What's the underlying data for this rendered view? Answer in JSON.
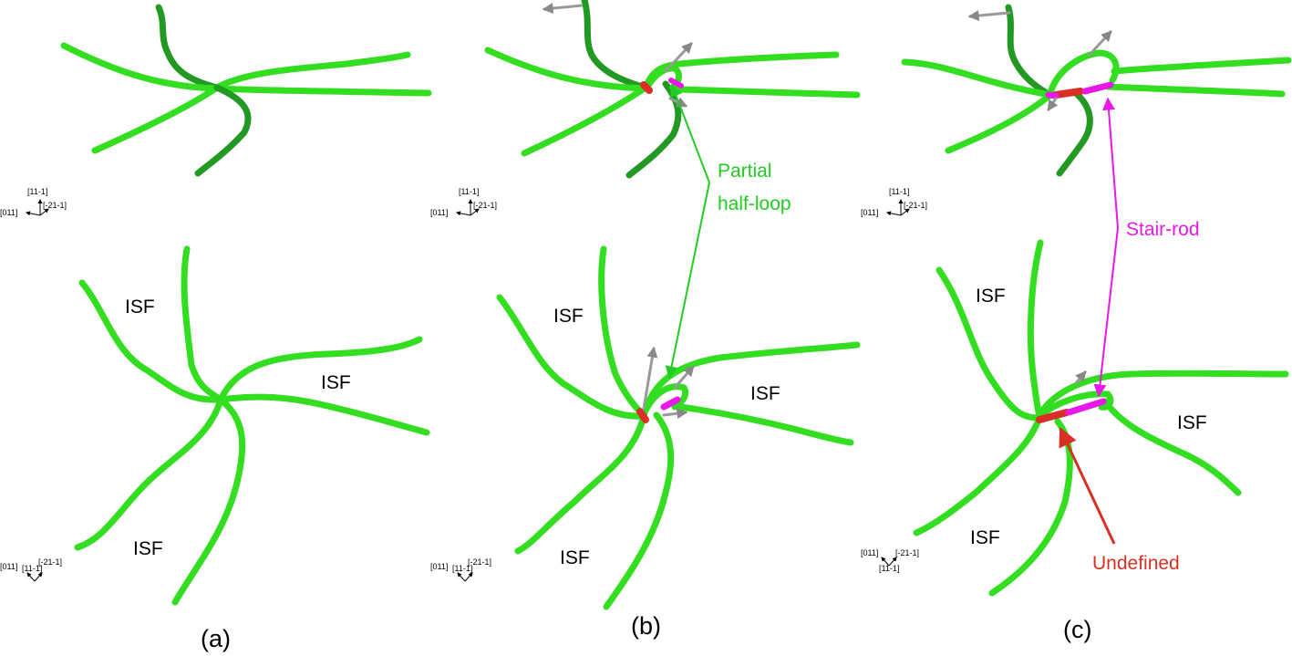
{
  "colors": {
    "dislocation": "#33dd1f",
    "dislocation_dark": "#229922",
    "stair_rod": "#e818e8",
    "undefined": "#d93025",
    "burgers_arrow": "#999999",
    "label_green": "#22cc22"
  },
  "panels": [
    {
      "caption": "(a)",
      "top_axes": {
        "up": "[11-1]",
        "left": "[011]",
        "right": "[-21-1]"
      },
      "bottom_axes": {
        "left": "[011]",
        "mid": "[11-1]",
        "right": "[-21-1]"
      },
      "isf_labels": [
        "ISF",
        "ISF",
        "ISF"
      ]
    },
    {
      "caption": "(b)",
      "top_axes": {
        "up": "[11-1]",
        "left": "[011]",
        "right": "[-21-1]"
      },
      "bottom_axes": {
        "left": "[011]",
        "mid": "[11-1]",
        "right": "[-21-1]"
      },
      "isf_labels": [
        "ISF",
        "ISF",
        "ISF"
      ],
      "annotation": {
        "line1": "Partial",
        "line2": "half-loop"
      }
    },
    {
      "caption": "(c)",
      "top_axes": {
        "up": "[11-1]",
        "left": "[011]",
        "right": "[-21-1]"
      },
      "bottom_axes": {
        "left": "[011]",
        "mid": "[11-1]",
        "right": "[-21-1]"
      },
      "isf_labels": [
        "ISF",
        "ISF",
        "ISF"
      ],
      "annotation_stair": "Stair-rod",
      "annotation_undefined": "Undefined"
    }
  ]
}
